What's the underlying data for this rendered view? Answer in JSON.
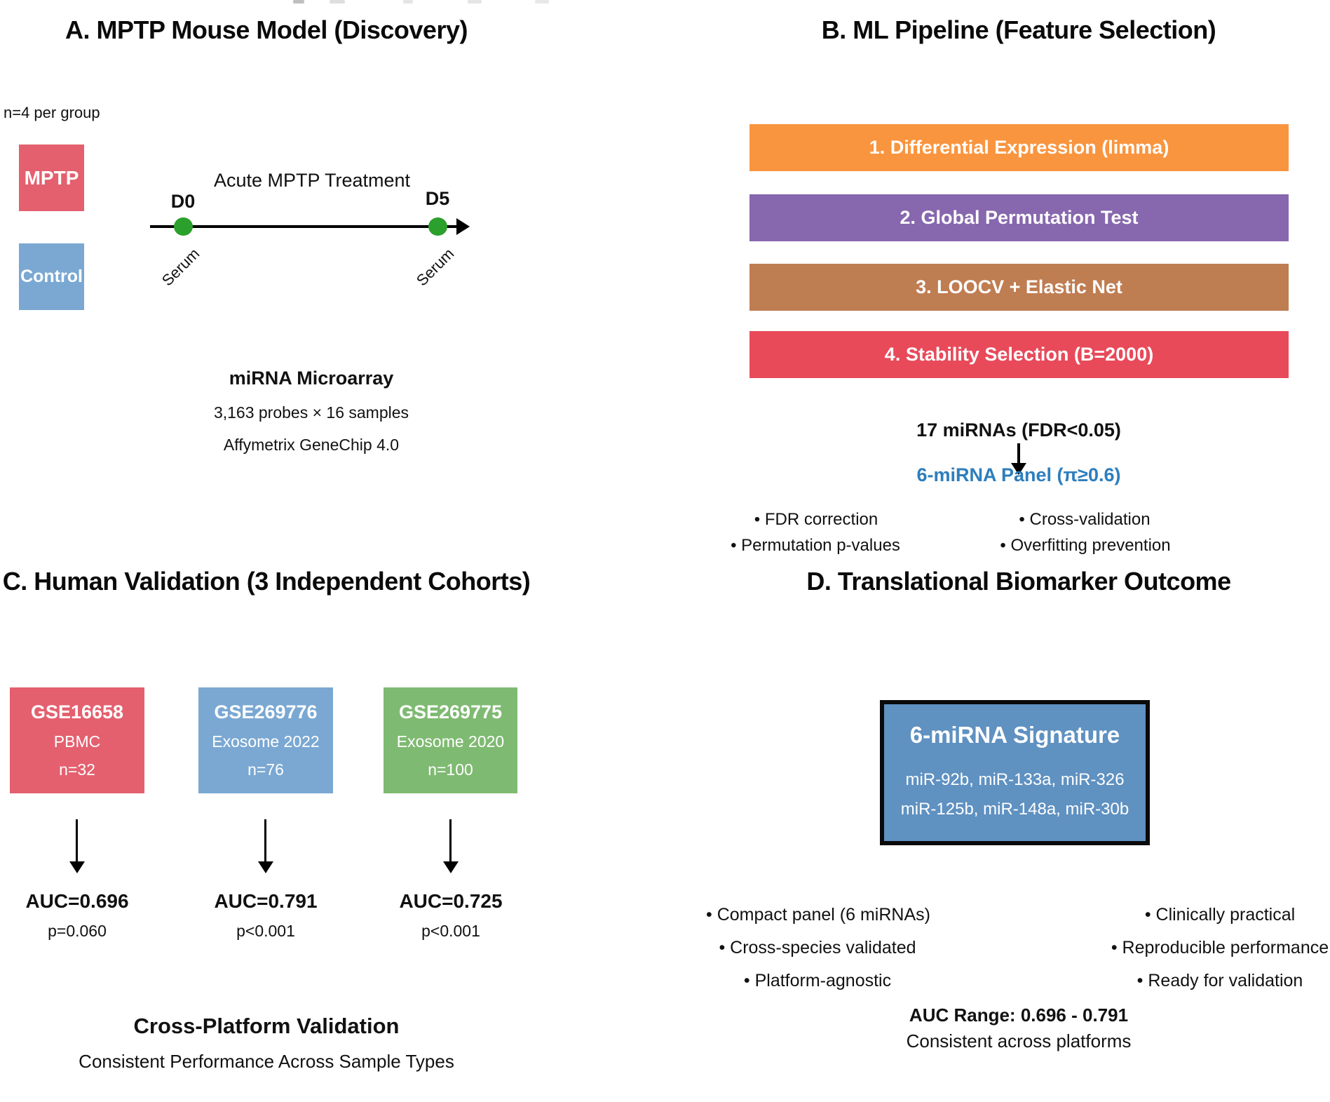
{
  "panel_a": {
    "title": "A. MPTP Mouse Model (Discovery)",
    "group_size_label": "n=4 per group",
    "groups": [
      {
        "label": "MPTP",
        "color": "#e4606f"
      },
      {
        "label": "Control",
        "color": "#7aa8d2"
      }
    ],
    "timeline": {
      "treatment_label": "Acute MPTP Treatment",
      "dot_color": "#2ca02c",
      "points": [
        {
          "day": "D0",
          "sample": "Serum"
        },
        {
          "day": "D5",
          "sample": "Serum"
        }
      ]
    },
    "assay": {
      "title": "miRNA Microarray",
      "line1": "3,163 probes × 16 samples",
      "line2": "Affymetrix GeneChip 4.0"
    }
  },
  "panel_b": {
    "title": "B. ML Pipeline (Feature Selection)",
    "steps": [
      {
        "label": "1. Differential Expression (limma)",
        "color": "#f9953f"
      },
      {
        "label": "2. Global Permutation Test",
        "color": "#8767ae"
      },
      {
        "label": "3. LOOCV + Elastic Net",
        "color": "#bf7d52"
      },
      {
        "label": "4. Stability Selection (B=2000)",
        "color": "#e84a5a"
      }
    ],
    "result_line1": "17 miRNAs (FDR<0.05)",
    "result_line2": "6-miRNA Panel (π≥0.6)",
    "result_line2_color": "#2d7ebd",
    "bullets_left": [
      "• FDR correction",
      "• Permutation p-values"
    ],
    "bullets_right": [
      "• Cross-validation",
      "• Overfitting prevention"
    ]
  },
  "panel_c": {
    "title": "C. Human Validation (3 Independent Cohorts)",
    "cohorts": [
      {
        "id": "GSE16658",
        "type": "PBMC",
        "n": "n=32",
        "auc": "AUC=0.696",
        "p": "p=0.060",
        "color": "#e4606f"
      },
      {
        "id": "GSE269776",
        "type": "Exosome 2022",
        "n": "n=76",
        "auc": "AUC=0.791",
        "p": "p<0.001",
        "color": "#7aa8d2"
      },
      {
        "id": "GSE269775",
        "type": "Exosome 2020",
        "n": "n=100",
        "auc": "AUC=0.725",
        "p": "p<0.001",
        "color": "#7fba72"
      }
    ],
    "footer_title": "Cross-Platform Validation",
    "footer_subtitle": "Consistent Performance Across Sample Types"
  },
  "panel_d": {
    "title": "D. Translational Biomarker Outcome",
    "signature": {
      "title": "6-miRNA Signature",
      "line1": "miR-92b, miR-133a, miR-326",
      "line2": "miR-125b, miR-148a, miR-30b",
      "fill": "#5f91c1"
    },
    "bullets_left": [
      "• Compact panel (6 miRNAs)",
      "• Cross-species validated",
      "• Platform-agnostic"
    ],
    "bullets_right": [
      "• Clinically practical",
      "• Reproducible performance",
      "• Ready for validation"
    ],
    "footer_bold": "AUC Range: 0.696 - 0.791",
    "footer_regular": "Consistent across platforms"
  }
}
